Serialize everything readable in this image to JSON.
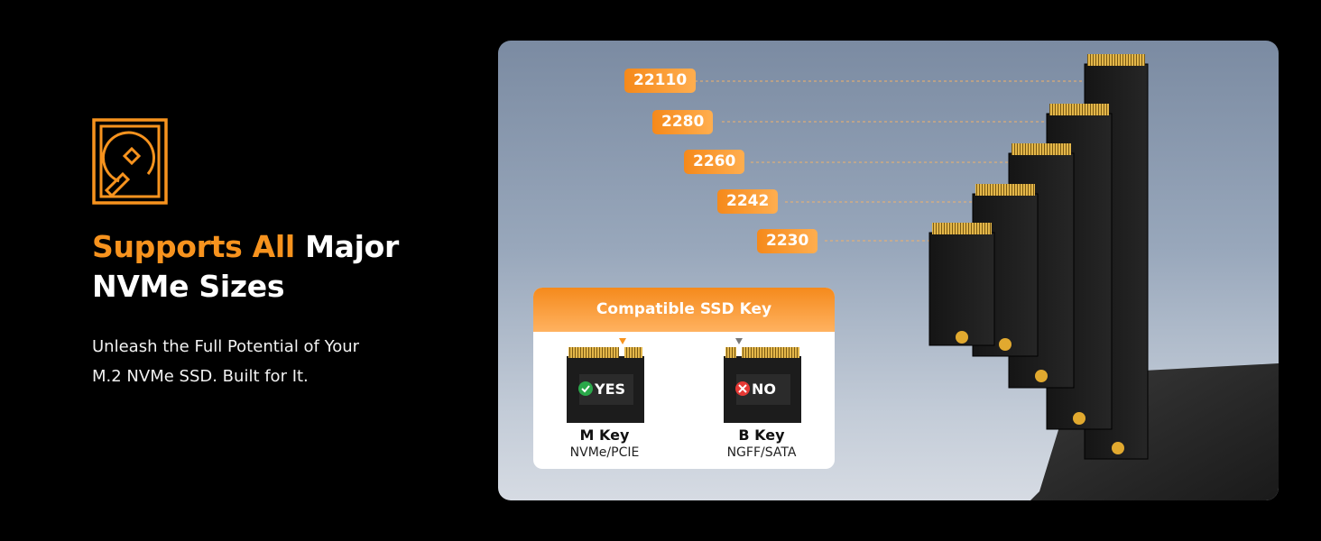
{
  "headline": {
    "accent": "Supports All",
    "rest_line1": "Major",
    "line2": "NVMe Sizes"
  },
  "subtext": {
    "line1": "Unleash the Full Potential of Your",
    "line2": "M.2 NVMe SSD. Built for It."
  },
  "sizes": [
    "22110",
    "2280",
    "2260",
    "2242",
    "2230"
  ],
  "compat": {
    "title": "Compatible SSD Key",
    "m_key": {
      "badge": "YES",
      "name": "M Key",
      "type": "NVMe/PCIE"
    },
    "b_key": {
      "badge": "NO",
      "name": "B Key",
      "type": "NGFF/SATA"
    }
  },
  "colors": {
    "accent": "#f7931e",
    "yes": "#2aa84a",
    "no": "#e53935"
  },
  "icons": {
    "hdd": "hard-drive-icon",
    "yes": "check-icon",
    "no": "x-icon"
  }
}
